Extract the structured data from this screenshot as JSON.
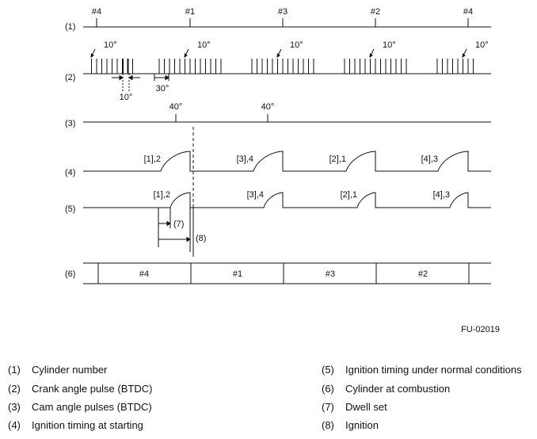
{
  "row_labels": [
    "(1)",
    "(2)",
    "(3)",
    "(4)",
    "(5)",
    "(6)"
  ],
  "cylinders_row1": [
    "#4",
    "#1",
    "#3",
    "#2",
    "#4"
  ],
  "crank_angle_label": "10°",
  "crank_scale": {
    "small": "10°",
    "large": "30°"
  },
  "cam_angle_label": "40°",
  "ignition_labels_row4": [
    "[1],2",
    "[3],4",
    "[2],1",
    "[4],3"
  ],
  "ignition_labels_row5": [
    "[1],2",
    "[3],4",
    "[2],1",
    "[4],3"
  ],
  "dwell_label": "(7)",
  "ignition_label": "(8)",
  "combustion_cylinders": [
    "#4",
    "#1",
    "#3",
    "#2"
  ],
  "figure_code": "FU-02019",
  "legend": [
    {
      "num": "(1)",
      "text": "Cylinder number"
    },
    {
      "num": "(2)",
      "text": "Crank angle pulse (BTDC)"
    },
    {
      "num": "(3)",
      "text": "Cam angle pulses (BTDC)"
    },
    {
      "num": "(4)",
      "text": "Ignition timing at starting"
    },
    {
      "num": "(5)",
      "text": "Ignition timing under normal conditions"
    },
    {
      "num": "(6)",
      "text": "Cylinder at combustion"
    },
    {
      "num": "(7)",
      "text": "Dwell set"
    },
    {
      "num": "(8)",
      "text": "Ignition"
    }
  ]
}
